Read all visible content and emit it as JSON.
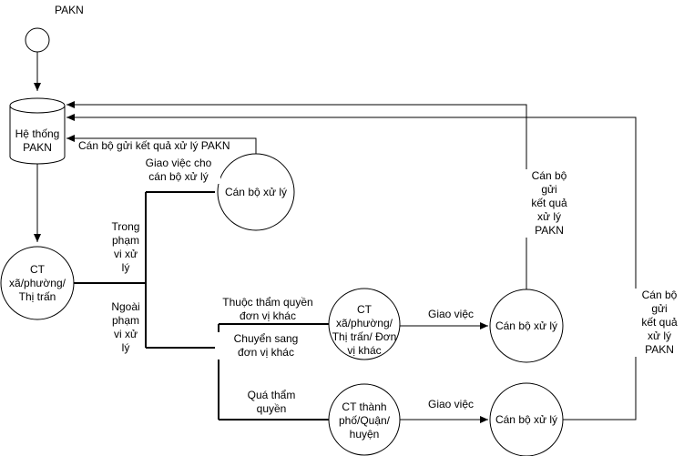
{
  "start_label": "PAKN",
  "system_label": "Hệ thống\nPAKN",
  "ward_label": "CT\nxã/phường/\nThị trấn",
  "handler_label": "Cán bộ xử lý",
  "send_result_label": "Cán bộ gửi kết quả xử lý PAKN",
  "assign_label": "Giao việc cho\ncán bộ xử lý",
  "in_scope_label": "Trong\nphạm\nvi xử\nlý",
  "out_scope_label": "Ngoài\nphạm\nvi xử\nlý",
  "other_unit_authority_label": "Thuộc thẩm quyền\nđơn vị khác",
  "transfer_label": "Chuyển sang\nđơn vị khác",
  "ward_other_unit_label": "CT\nxã/phường/\nThị trấn/ Đơn\nvị khác",
  "assign_work_label": "Giao việc",
  "handler_mid_label": "Cán bộ xử lý",
  "send_result_vertical_1": "Cán bộ\ngửi\nkết quả\nxử lý\nPAKN",
  "exceed_authority_label": "Quá thẩm\nquyền",
  "city_label": "CT  thành\nphố/Quận/\nhuyện",
  "assign_work_label_2": "Giao việc",
  "handler_bottom_label": "Cán bộ xử lý",
  "send_result_vertical_2": "Cán bộ\ngửi\nkết quả\nxử lý\nPAKN"
}
